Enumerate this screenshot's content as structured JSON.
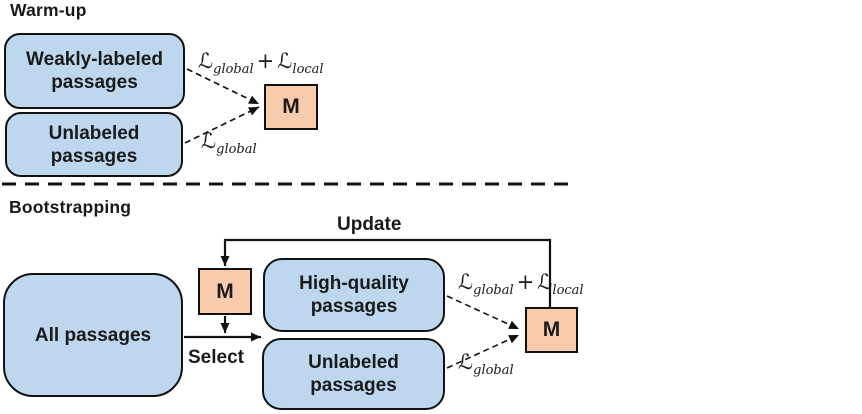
{
  "colors": {
    "box_blue": "#bdd7ee",
    "box_orange": "#f8cbad",
    "line": "#111111",
    "text": "#1a1a1a",
    "background": "#ffffff"
  },
  "warmup": {
    "title": "Warm-up",
    "boxes": {
      "weakly_labeled": "Weakly-labeled\npassages",
      "unlabeled": "Unlabeled\npassages",
      "model": "M"
    },
    "losses": {
      "combined": {
        "l1": "ℒ",
        "sub1": "global",
        "plus": "+",
        "l2": "ℒ",
        "sub2": "local"
      },
      "global_only": {
        "l1": "ℒ",
        "sub1": "global"
      }
    }
  },
  "bootstrapping": {
    "title": "Bootstrapping",
    "update_label": "Update",
    "select_label": "Select",
    "boxes": {
      "all_passages": "All passages",
      "model_selector": "M",
      "high_quality": "High-quality\npassages",
      "unlabeled": "Unlabeled\npassages",
      "model_trained": "M"
    },
    "losses": {
      "combined": {
        "l1": "ℒ",
        "sub1": "global",
        "plus": "+",
        "l2": "ℒ",
        "sub2": "local"
      },
      "global_only": {
        "l1": "ℒ",
        "sub1": "global"
      }
    }
  }
}
